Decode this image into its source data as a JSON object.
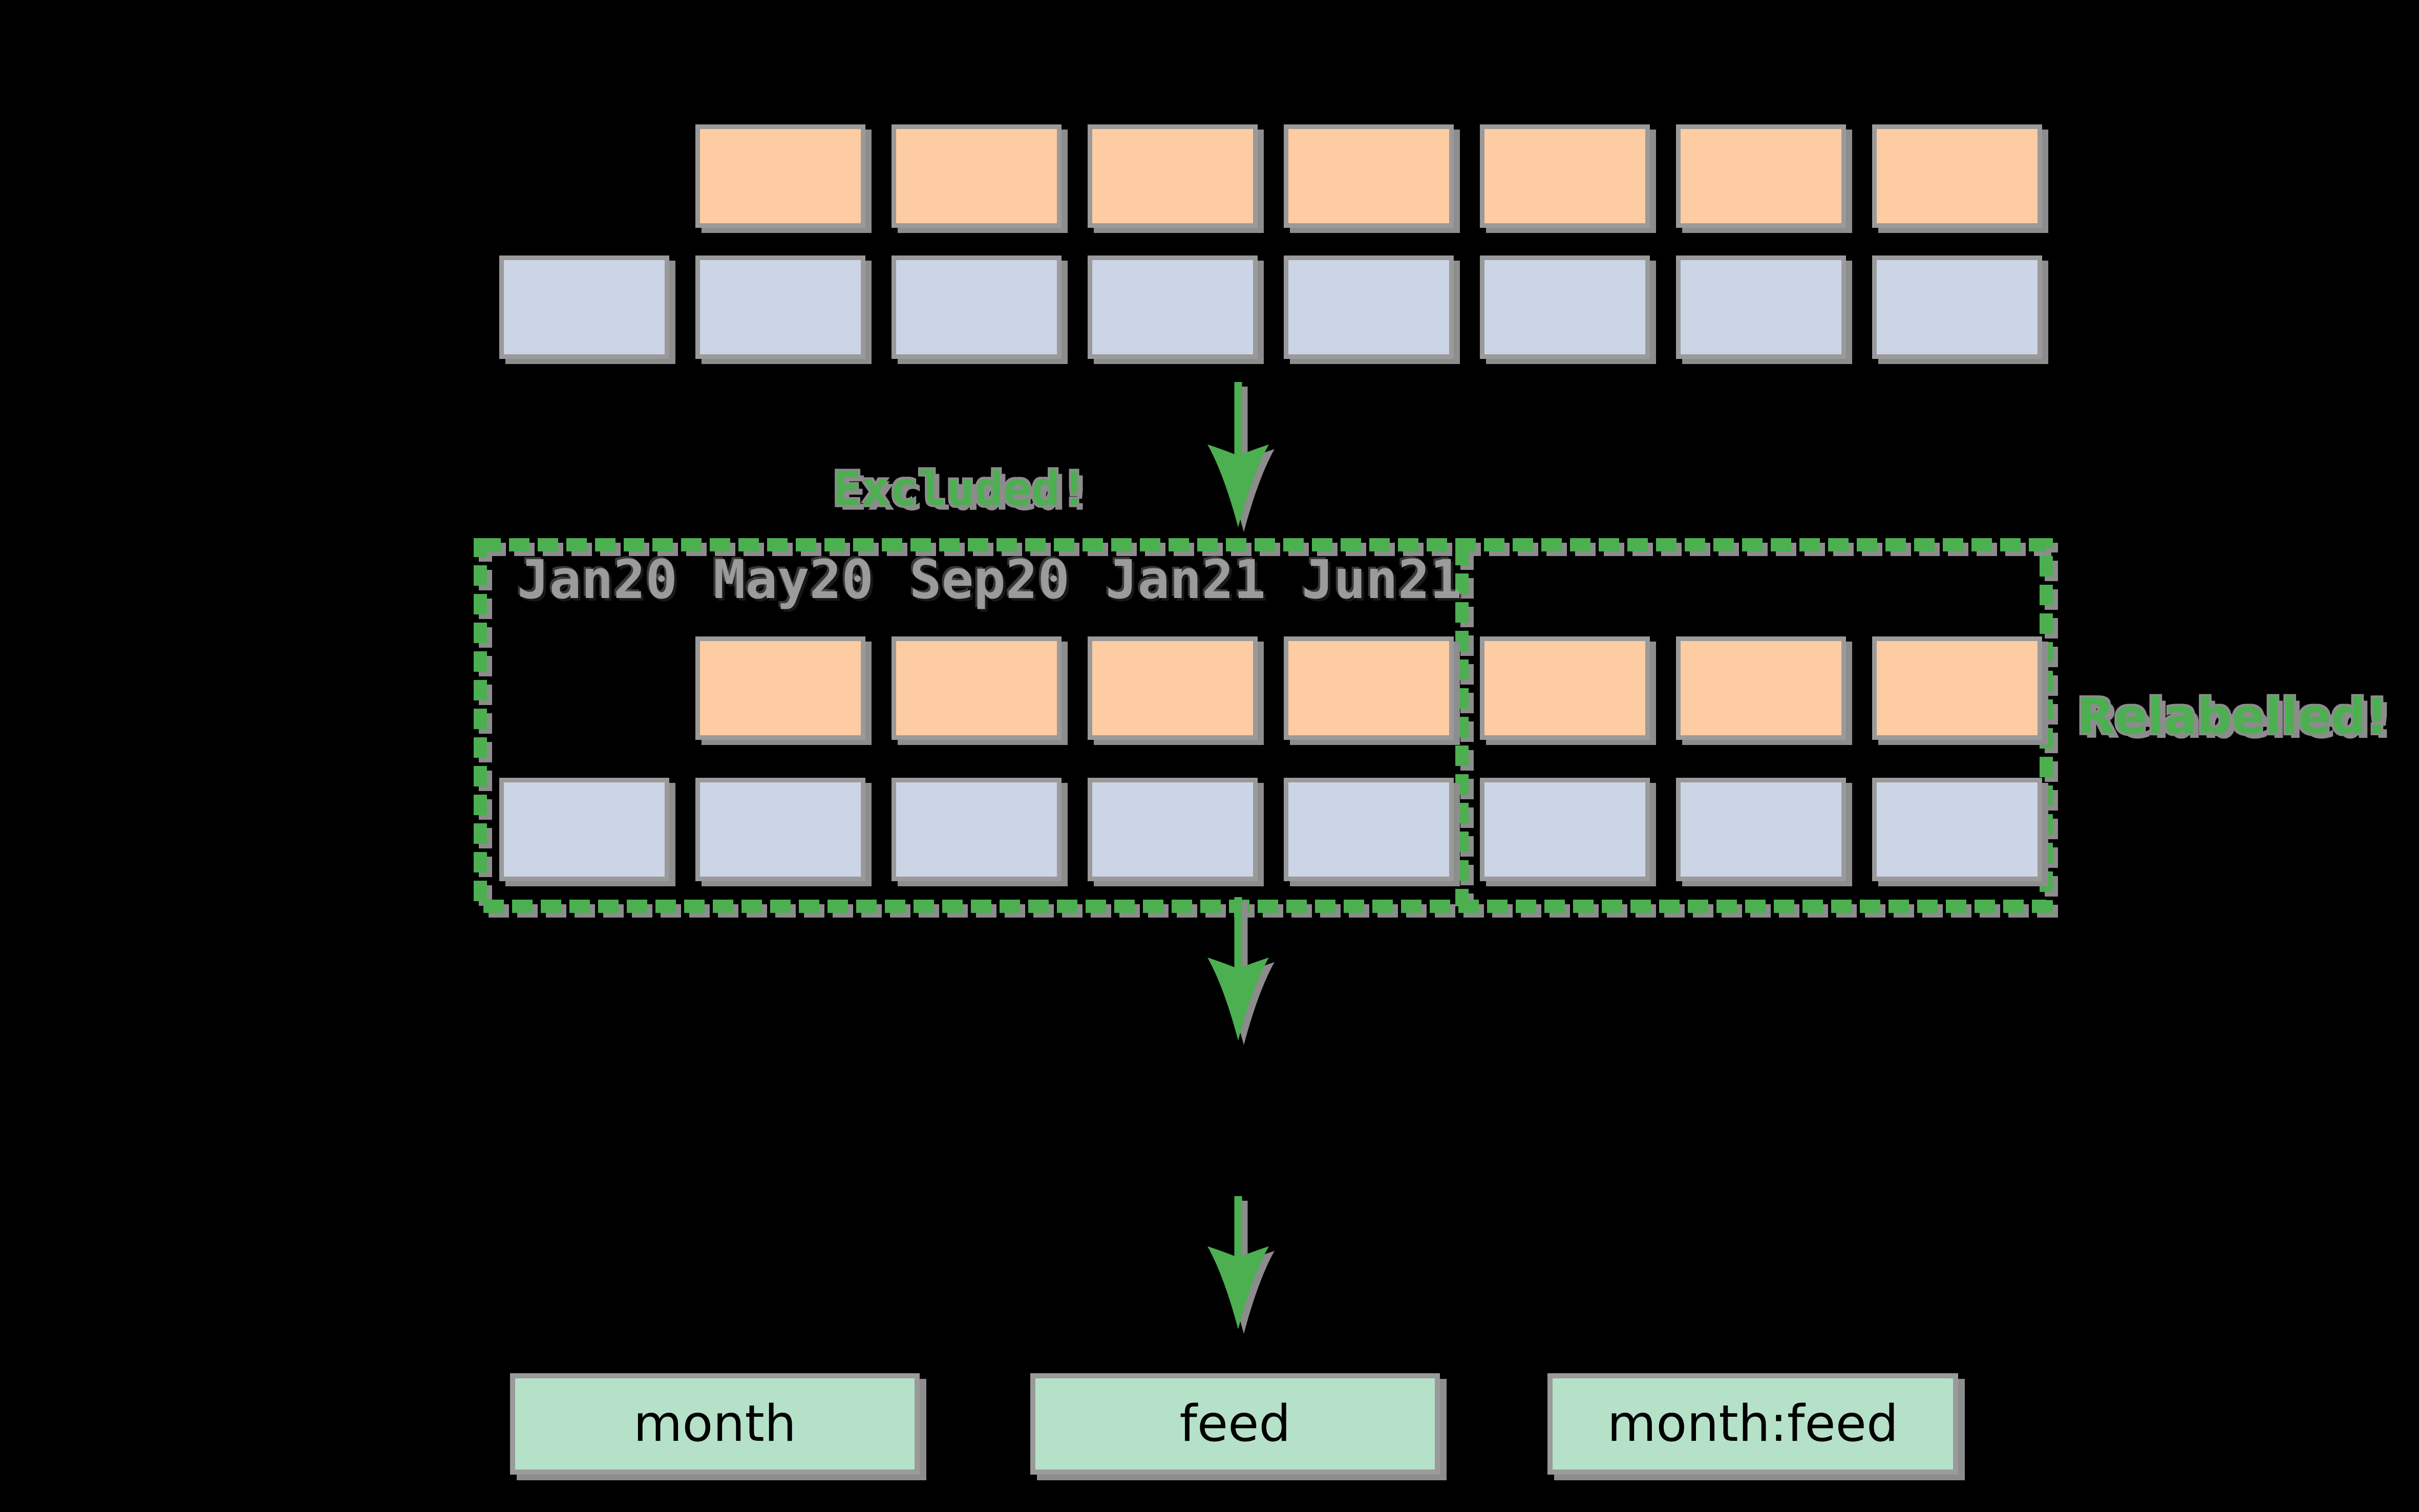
{
  "colors": {
    "background": "#000000",
    "cell_orange": "#FDCCA2",
    "cell_blue": "#CCD5E6",
    "cell_border_gray": "#9A9A9A",
    "shadow_gray": "#8D8D8D",
    "accent_green": "#4CAF50",
    "month_label_gray": "#9B9B9B",
    "mint_green": "#B6E1C9",
    "bottom_label_black": "#000000"
  },
  "top_row_group": {
    "orange_cell_count": 7,
    "blue_cell_count": 8
  },
  "dashed_group": {
    "orange_cell_count": 7,
    "blue_cell_count": 8,
    "month_labels": [
      "Jan20",
      "May20",
      "Sep20",
      "Jan21",
      "Jun21"
    ],
    "excluded_label": "Excluded!",
    "relabelled_label": "Relabelled!"
  },
  "bottom_boxes": [
    {
      "label": "month"
    },
    {
      "label": "feed"
    },
    {
      "label": "month:feed"
    }
  ]
}
